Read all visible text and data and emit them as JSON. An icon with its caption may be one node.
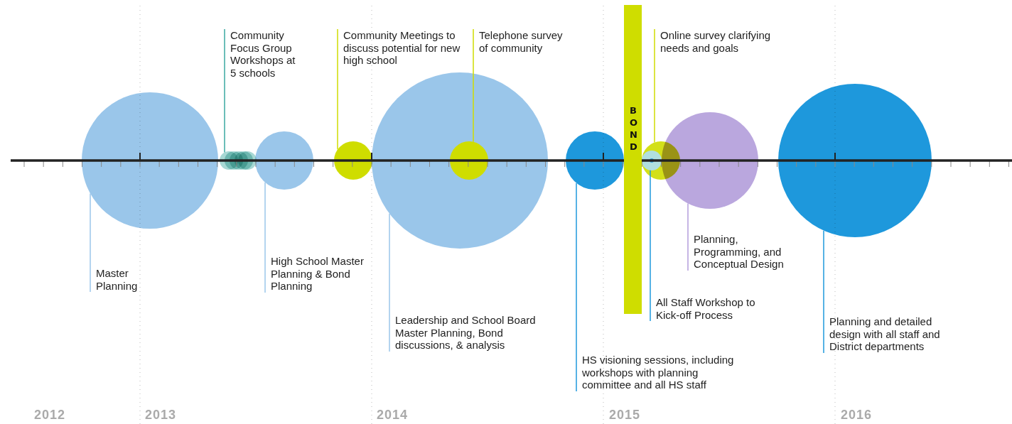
{
  "diagram": {
    "nodes": [
      {
        "text": [
          "Master Planning"
        ]
      },
      {
        "text": [],
        "shape": "circle"
      },
      {
        "text": [
          "Community Focus Group Workshops at 5 schools"
        ]
      },
      {
        "text": [],
        "shape": "circle"
      },
      {
        "text": [],
        "shape": "circle"
      },
      {
        "text": [],
        "shape": "circle"
      },
      {
        "text": [],
        "shape": "circle"
      },
      {
        "text": [],
        "shape": "circle"
      },
      {
        "text": [
          "High School Master Planning & Bond Planning"
        ]
      },
      {
        "text": [],
        "shape": "circle"
      },
      {
        "text": [
          "Community Meetings to discuss potential for new high school"
        ]
      },
      {
        "text": [],
        "shape": "circle"
      },
      {
        "text": [
          "Leadership and School Board Master Planning, Bond discussions, & analysis"
        ]
      },
      {
        "text": [],
        "shape": "circle"
      },
      {
        "text": [],
        "shape": "circle",
        "in": 13
      },
      {
        "text": [
          "Telephone survey of community"
        ]
      },
      {
        "text": [],
        "shape": "circle"
      },
      {
        "text": [
          "HS visioning sessions, including workshops with planning committee and all HS staff"
        ]
      },
      {
        "text": [
          "BOND"
        ]
      },
      {
        "text": [
          "Online survey clarifying needs and goals"
        ]
      },
      {
        "text": [],
        "shape": "circle"
      },
      {
        "text": [],
        "shape": "circle",
        "in": 20
      },
      {
        "text": [
          "All Staff Workshop to Kick-off Process"
        ]
      },
      {
        "text": [],
        "shape": "circle"
      },
      {
        "text": [
          "Planning, Programming, and Conceptual Design"
        ]
      },
      {
        "text": [],
        "shape": "circle"
      },
      {
        "text": [
          "Planning and detailed design with all staff and District departments"
        ]
      }
    ],
    "edges": [
      {
        "from": 0,
        "to": 1,
        "arrow": "none",
        "color": "#9ac6ea"
      },
      {
        "from": 2,
        "to": 3,
        "arrow": "none",
        "color": "#3aa8a0"
      },
      {
        "from": 8,
        "to": 9,
        "arrow": "none",
        "color": "#9ac6ea"
      },
      {
        "from": 10,
        "to": 11,
        "arrow": "none",
        "color": "#cfdd00"
      },
      {
        "from": 12,
        "to": 13,
        "arrow": "none",
        "color": "#9ac6ea"
      },
      {
        "from": 15,
        "to": 14,
        "arrow": "none",
        "color": "#cfdd00"
      },
      {
        "from": 17,
        "to": 16,
        "arrow": "none",
        "color": "#1e98dc"
      },
      {
        "from": 19,
        "to": 20,
        "arrow": "none",
        "color": "#cfdd00"
      },
      {
        "from": 22,
        "to": 21,
        "arrow": "none",
        "color": "#1e98dc"
      },
      {
        "from": 24,
        "to": 23,
        "arrow": "none",
        "color": "#b39ddb"
      },
      {
        "from": 26,
        "to": 25,
        "arrow": "none",
        "color": "#1e98dc"
      }
    ],
    "labels": [
      "2012",
      "2013",
      "2014",
      "2015",
      "2016"
    ]
  }
}
